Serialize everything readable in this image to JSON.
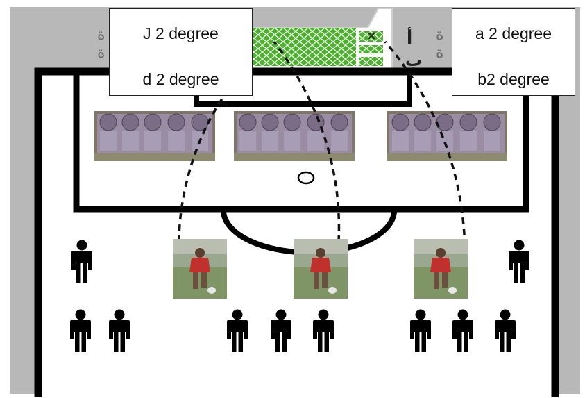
{
  "labels": {
    "left": {
      "top": "J 2 degree",
      "bottom": "d 2 degree"
    },
    "right": {
      "top": "a 2 degree",
      "bottom": "b2 degree"
    }
  },
  "arabic_marks": {
    "left_stack": [
      "ة",
      "ة"
    ],
    "right_stack": [
      "ة",
      "ة"
    ],
    "goal_right": [
      "أ",
      "ب"
    ]
  },
  "colors": {
    "surround": "#b8b8b8",
    "field": "#ffffff",
    "lines": "#000000",
    "goal_net": "#4caf30",
    "target_cell": "#3c9a28",
    "player": "#000000",
    "wall_player": "#8a7a90",
    "kicker_shirt": "#c0302c",
    "grass": "#8aa070"
  },
  "icons": [
    "player-silhouette-icon",
    "defensive-wall-icon",
    "kicker-photo-icon",
    "ball-icon",
    "target-cell-icon"
  ]
}
